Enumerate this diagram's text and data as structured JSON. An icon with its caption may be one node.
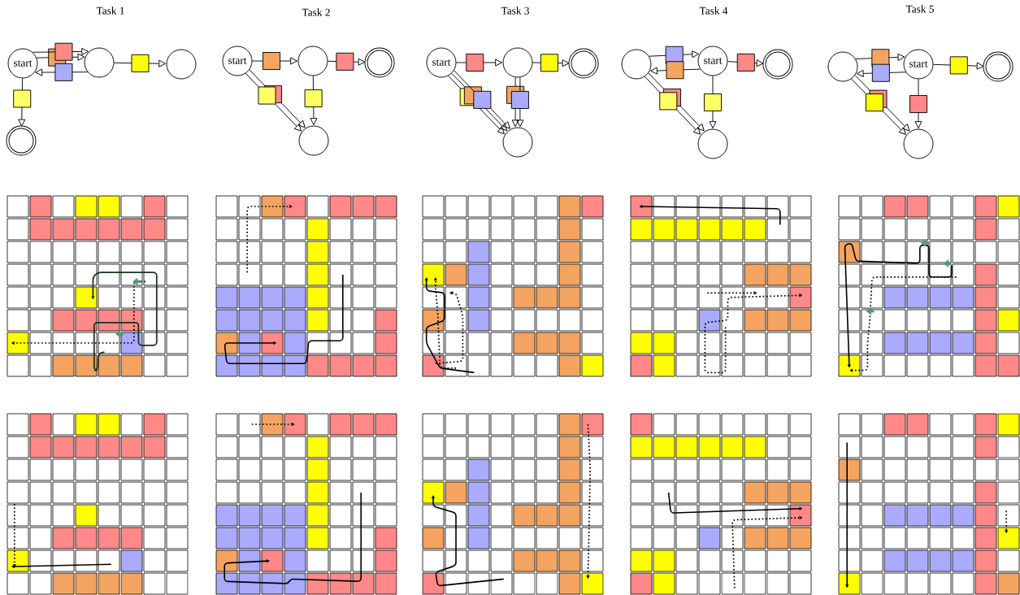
{
  "diagram": {
    "nodes": [
      {
        "text": [
          "start"
        ]
      },
      {
        "text": [],
        "shape": "circle"
      },
      {
        "text": [],
        "shape": "circle"
      },
      {
        "text": [],
        "shape": "circle"
      },
      {
        "text": [
          "start"
        ]
      },
      {
        "text": [],
        "shape": "circle"
      },
      {
        "text": [],
        "shape": "circle"
      },
      {
        "text": [],
        "shape": "circle"
      },
      {
        "text": [
          "start"
        ]
      },
      {
        "text": [],
        "shape": "circle"
      },
      {
        "text": [],
        "shape": "circle"
      },
      {
        "text": [],
        "shape": "circle"
      },
      {
        "text": [],
        "shape": "circle"
      },
      {
        "text": [
          "start"
        ]
      },
      {
        "text": [],
        "shape": "circle"
      },
      {
        "text": [],
        "shape": "circle"
      },
      {
        "text": [],
        "shape": "circle"
      },
      {
        "text": [
          "start"
        ]
      },
      {
        "text": [],
        "shape": "circle"
      },
      {
        "text": [],
        "shape": "circle"
      }
    ],
    "edges": [
      {
        "from": 0,
        "to": 1,
        "arrow": "to"
      },
      {
        "from": 0,
        "to": 1,
        "arrow": "to"
      },
      {
        "from": 1,
        "to": 0,
        "arrow": "to"
      },
      {
        "from": 1,
        "to": 2,
        "arrow": "to"
      },
      {
        "from": 0,
        "to": 3,
        "arrow": "to"
      },
      {
        "from": 4,
        "to": 5,
        "arrow": "to"
      },
      {
        "from": 5,
        "to": 6,
        "arrow": "to"
      },
      {
        "from": 4,
        "to": 7,
        "arrow": "to"
      },
      {
        "from": 4,
        "to": 7,
        "arrow": "to"
      },
      {
        "from": 5,
        "to": 7,
        "arrow": "to"
      },
      {
        "from": 8,
        "to": 9,
        "arrow": "to"
      },
      {
        "from": 9,
        "to": 10,
        "arrow": "to"
      },
      {
        "from": 8,
        "to": 11,
        "arrow": "to"
      },
      {
        "from": 8,
        "to": 11,
        "arrow": "to"
      },
      {
        "from": 8,
        "to": 11,
        "arrow": "to"
      },
      {
        "from": 9,
        "to": 11,
        "arrow": "to"
      },
      {
        "from": 9,
        "to": 11,
        "arrow": "to"
      },
      {
        "from": 12,
        "to": 13,
        "arrow": "to"
      },
      {
        "from": 13,
        "to": 12,
        "arrow": "to"
      },
      {
        "from": 13,
        "to": 14,
        "arrow": "to"
      },
      {
        "from": 12,
        "to": 15,
        "arrow": "to"
      },
      {
        "from": 12,
        "to": 15,
        "arrow": "to"
      },
      {
        "from": 13,
        "to": 15,
        "arrow": "to"
      },
      {
        "from": 16,
        "to": 17,
        "arrow": "to"
      },
      {
        "from": 17,
        "to": 16,
        "arrow": "to"
      },
      {
        "from": 17,
        "to": 18,
        "arrow": "to"
      },
      {
        "from": 16,
        "to": 19,
        "arrow": "to"
      },
      {
        "from": 16,
        "to": 19,
        "arrow": "to"
      },
      {
        "from": 17,
        "to": 19,
        "arrow": "to"
      }
    ],
    "labels": [
      "Task 1",
      "Task 2",
      "Task 3",
      "Task 4",
      "Task 5"
    ]
  }
}
